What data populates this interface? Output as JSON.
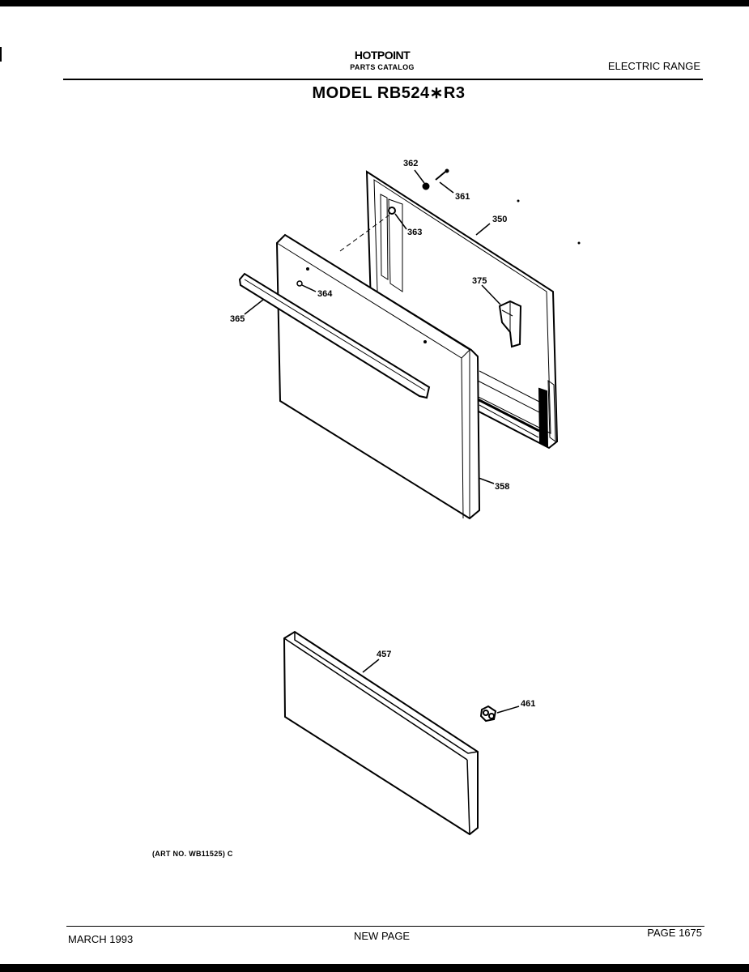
{
  "header": {
    "brand": "HOTPOINT",
    "catalog": "PARTS CATALOG",
    "doc_type": "ELECTRIC RANGE",
    "model": "MODEL RB524∗R3"
  },
  "callouts": {
    "p362": "362",
    "p361": "361",
    "p363": "363",
    "p350": "350",
    "p375": "375",
    "p364": "364",
    "p365": "365",
    "p358": "358",
    "p457": "457",
    "p461": "461"
  },
  "art_no": "(ART NO. WB11525) C",
  "footer": {
    "date": "MARCH 1993",
    "status": "NEW PAGE",
    "page": "PAGE 1675"
  }
}
